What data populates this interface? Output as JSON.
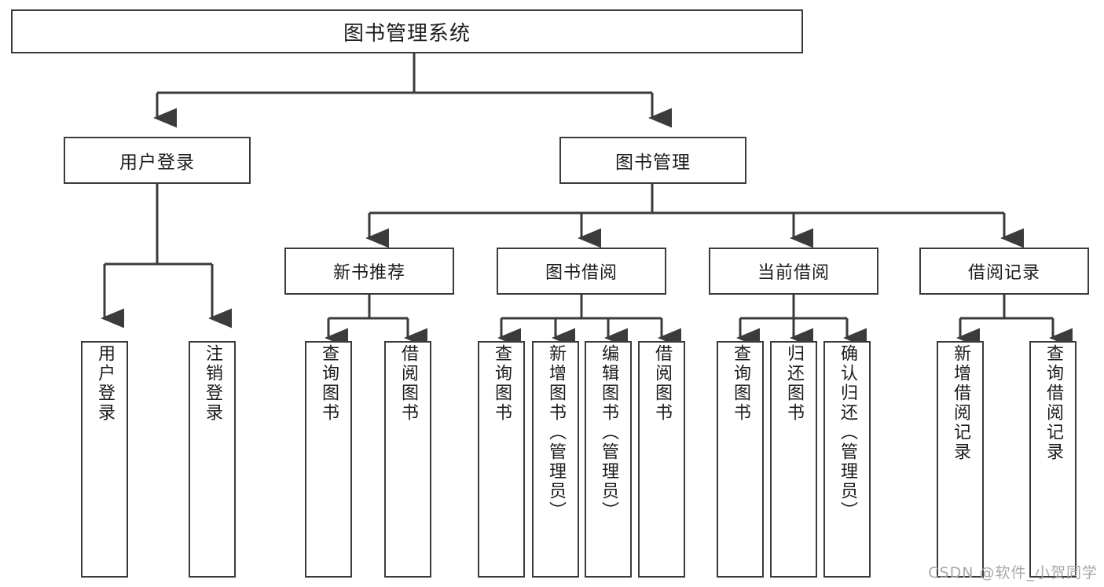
{
  "diagram": {
    "title": "图书管理系统",
    "watermark": "CSDN @软件_小贺同学",
    "colors": {
      "background": "#ffffff",
      "box_border": "#3b3b3b",
      "box_fill": "#ffffff",
      "connector": "#3b3b3b",
      "text": "#1c1c1c",
      "watermark": "#a8a8a8"
    },
    "root": {
      "label": "图书管理系统"
    },
    "level2": [
      {
        "label": "用户登录"
      },
      {
        "label": "图书管理"
      }
    ],
    "level3": [
      {
        "label": "新书推荐"
      },
      {
        "label": "图书借阅"
      },
      {
        "label": "当前借阅"
      },
      {
        "label": "借阅记录"
      }
    ],
    "leaves": {
      "user_login": [
        {
          "label": "用户登录"
        },
        {
          "label": "注销登录"
        }
      ],
      "new_book_recommend": [
        {
          "label": "查询图书"
        },
        {
          "label": "借阅图书"
        }
      ],
      "book_borrow": [
        {
          "label": "查询图书"
        },
        {
          "label": "新增图书（管理员）"
        },
        {
          "label": "编辑图书（管理员）"
        },
        {
          "label": "借阅图书"
        }
      ],
      "current_borrow": [
        {
          "label": "查询图书"
        },
        {
          "label": "归还图书"
        },
        {
          "label": "确认归还（管理员）"
        }
      ],
      "borrow_record": [
        {
          "label": "新增借阅记录"
        },
        {
          "label": "查询借阅记录"
        }
      ]
    }
  }
}
